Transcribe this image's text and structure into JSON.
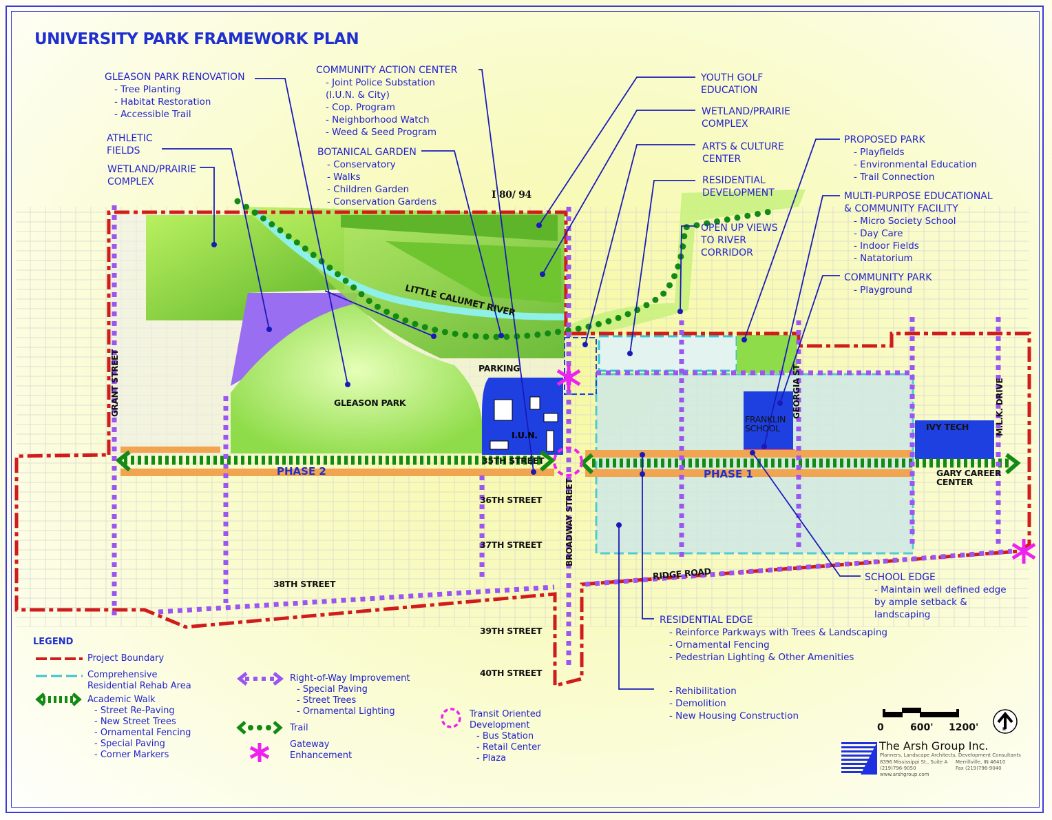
{
  "title": "UNIVERSITY PARK FRAMEWORK PLAN",
  "callouts": [
    {
      "heading": "GLEASON PARK RENOVATION",
      "items": [
        "Tree Planting",
        "Habitat Restoration",
        "Accessible Trail"
      ]
    },
    {
      "heading": "ATHLETIC\nFIELDS",
      "items": []
    },
    {
      "heading": "WETLAND/PRAIRIE\nCOMPLEX",
      "items": []
    },
    {
      "heading": "COMMUNITY ACTION CENTER",
      "items": [
        "Joint Police Substation\n  (I.U.N. & City)",
        "Cop. Program",
        "Neighborhood Watch",
        "Weed & Seed Program"
      ]
    },
    {
      "heading": "BOTANICAL GARDEN",
      "items": [
        "Conservatory",
        "Walks",
        "Children Garden",
        "Conservation Gardens"
      ]
    },
    {
      "heading": "YOUTH GOLF\nEDUCATION",
      "items": []
    },
    {
      "heading": "WETLAND/PRAIRIE\nCOMPLEX",
      "items": []
    },
    {
      "heading": "ARTS & CULTURE\nCENTER",
      "items": []
    },
    {
      "heading": "RESIDENTIAL\nDEVELOPMENT",
      "items": []
    },
    {
      "heading": "OPEN UP VIEWS\nTO RIVER\nCORRIDOR",
      "items": []
    },
    {
      "heading": "PROPOSED PARK",
      "items": [
        "Playfields",
        "Environmental Education",
        "Trail Connection"
      ]
    },
    {
      "heading": "MULTI-PURPOSE EDUCATIONAL\n& COMMUNITY FACILITY",
      "items": [
        "Micro Society School",
        "Day Care",
        "Indoor Fields",
        "Natatorium"
      ]
    },
    {
      "heading": "COMMUNITY PARK",
      "items": [
        "Playground"
      ]
    },
    {
      "heading": "SCHOOL EDGE",
      "items": [
        "Maintain well defined edge\n  by ample setback &\n  landscaping"
      ]
    },
    {
      "heading": "RESIDENTIAL EDGE",
      "items": [
        "Reinforce Parkways with Trees & Landscaping",
        "Ornamental Fencing",
        "Pedestrian Lighting & Other Amenities"
      ]
    },
    {
      "heading": "",
      "items": [
        "Rehibilitation",
        "Demolition",
        "New Housing Construction"
      ]
    }
  ],
  "map_labels": {
    "highway": "I 80/ 94",
    "river": "LITTLE CALUMET RIVER",
    "gleason_park": "GLEASON PARK",
    "parking": "PARKING",
    "iun": "I.U.N.",
    "franklin": "FRANKLIN\nSCHOOL",
    "ivy_tech": "IVY TECH",
    "gary_career": "GARY CAREER\nCENTER",
    "phase2": "PHASE 2",
    "phase1": "PHASE 1"
  },
  "streets": {
    "grant": "GRANT STREET",
    "s35": "35TH STREET",
    "s36": "36TH STREET",
    "s37": "37TH STREET",
    "s38": "38TH STREET",
    "s39": "39TH STREET",
    "s40": "40TH STREET",
    "broadway": "BROADWAY STREET",
    "ridge": "RIDGE ROAD",
    "georgia": "GEORGIA ST",
    "mlk": "M.L.K. DRIVE"
  },
  "legend": {
    "title": "LEGEND",
    "items": [
      {
        "label": "Project Boundary",
        "sub": [],
        "symbol": "red-dash-line"
      },
      {
        "label": "Comprehensive\nResidential Rehab Area",
        "sub": [],
        "symbol": "cyan-dash-line"
      },
      {
        "label": "Academic Walk",
        "sub": [
          "Street Re-Paving",
          "New Street Trees",
          "Ornamental Fencing",
          "Special Paving",
          "Corner Markers"
        ],
        "symbol": "green-dashed-double-arrow"
      },
      {
        "label": "Right-of-Way Improvement",
        "sub": [
          "Special Paving",
          "Street Trees",
          "Ornamental Lighting"
        ],
        "symbol": "purple-dotted-double-arrow"
      },
      {
        "label": "Trail",
        "sub": [],
        "symbol": "green-dotted-double-arrow"
      },
      {
        "label": "Gateway\nEnhancement",
        "sub": [],
        "symbol": "magenta-asterisk"
      },
      {
        "label": "Transit Oriented\nDevelopment",
        "sub": [
          "Bus Station",
          "Retail Center",
          "Plaza"
        ],
        "symbol": "magenta-dashed-circle"
      }
    ]
  },
  "scale": {
    "ticks": [
      "0",
      "600'",
      "1200'"
    ],
    "north": "N"
  },
  "company": {
    "name": "The Arsh Group Inc.",
    "tagline": "Planners, Landscape Architects, Development Consultants",
    "address": "8396 Mississippi St., Suite A",
    "city": "Merrillville, IN 46410",
    "phone": "(219)796-9050",
    "fax": "Fax (219)796-9040",
    "web": "www.arshgroup.com"
  },
  "colors": {
    "title": "#1f2fd0",
    "boundary": "#d01c1c",
    "rehab_area": "#36c3d3",
    "academic_walk": "#138a13",
    "right_of_way": "#9b55f0",
    "gateway": "#ee22ee",
    "campus": "#1e40e0",
    "park_green": "#8fdc4a",
    "phase_band": "#f2a550",
    "athletic_fields": "#9a6ef0"
  }
}
